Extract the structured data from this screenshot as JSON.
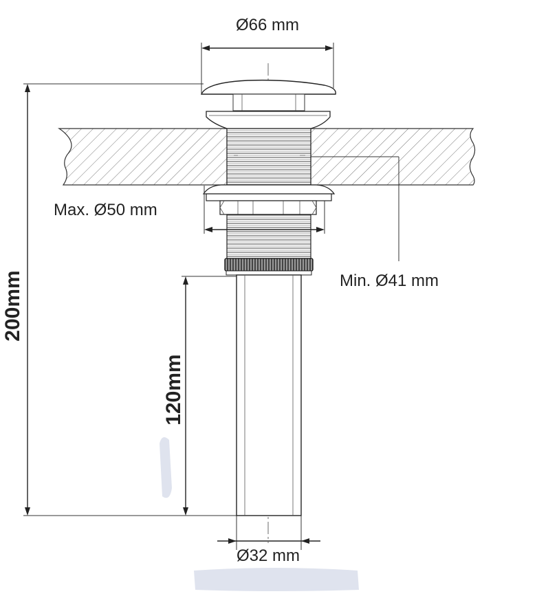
{
  "labels": {
    "top_diameter": "Ø66 mm",
    "max_hole": "Max. Ø50 mm",
    "min_hole": "Min. Ø41  mm",
    "total_height": "200mm",
    "pipe_length": "120mm",
    "pipe_diameter": "Ø32 mm"
  },
  "colors": {
    "line": "#333333",
    "hatch": "#666666",
    "smudge": "#dfe3ee"
  }
}
